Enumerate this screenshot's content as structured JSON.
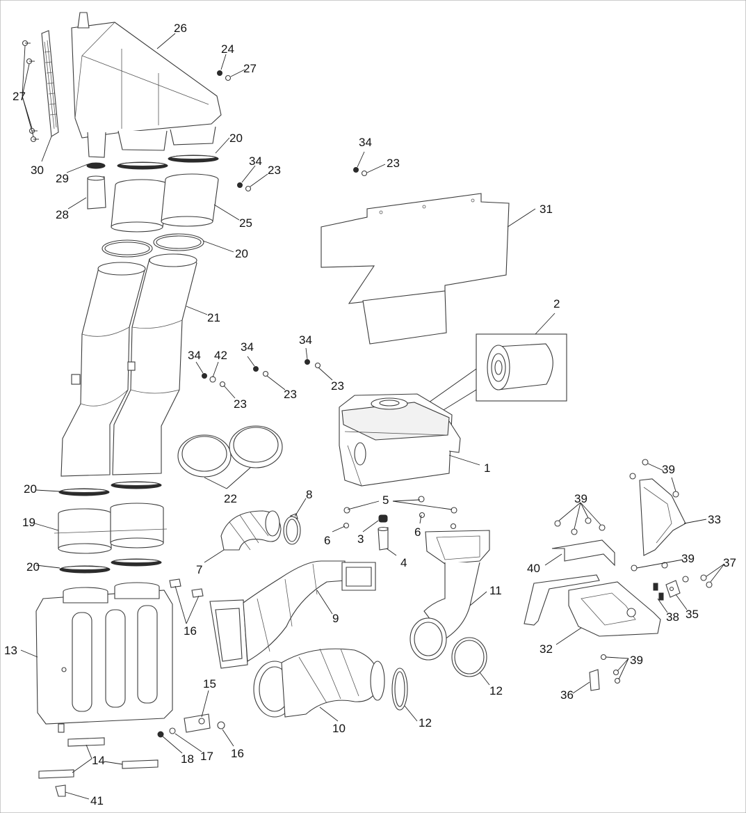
{
  "callouts": [
    {
      "text": "26"
    },
    {
      "text": "24"
    },
    {
      "text": "27"
    },
    {
      "text": "27"
    },
    {
      "text": "30"
    },
    {
      "text": "29"
    },
    {
      "text": "20"
    },
    {
      "text": "28"
    },
    {
      "text": "34"
    },
    {
      "text": "23"
    },
    {
      "text": "25"
    },
    {
      "text": "20"
    },
    {
      "text": "34"
    },
    {
      "text": "23"
    },
    {
      "text": "31"
    },
    {
      "text": "21"
    },
    {
      "text": "2"
    },
    {
      "text": "34"
    },
    {
      "text": "42"
    },
    {
      "text": "23"
    },
    {
      "text": "34"
    },
    {
      "text": "23"
    },
    {
      "text": "34"
    },
    {
      "text": "23"
    },
    {
      "text": "1"
    },
    {
      "text": "22"
    },
    {
      "text": "8"
    },
    {
      "text": "20"
    },
    {
      "text": "19"
    },
    {
      "text": "5"
    },
    {
      "text": "6"
    },
    {
      "text": "3"
    },
    {
      "text": "6"
    },
    {
      "text": "4"
    },
    {
      "text": "39"
    },
    {
      "text": "39"
    },
    {
      "text": "33"
    },
    {
      "text": "20"
    },
    {
      "text": "7"
    },
    {
      "text": "40"
    },
    {
      "text": "39"
    },
    {
      "text": "37"
    },
    {
      "text": "11"
    },
    {
      "text": "16"
    },
    {
      "text": "9"
    },
    {
      "text": "38"
    },
    {
      "text": "35"
    },
    {
      "text": "13"
    },
    {
      "text": "32"
    },
    {
      "text": "39"
    },
    {
      "text": "12"
    },
    {
      "text": "36"
    },
    {
      "text": "15"
    },
    {
      "text": "12"
    },
    {
      "text": "10"
    },
    {
      "text": "16"
    },
    {
      "text": "18"
    },
    {
      "text": "17"
    },
    {
      "text": "14"
    },
    {
      "text": "41"
    }
  ]
}
